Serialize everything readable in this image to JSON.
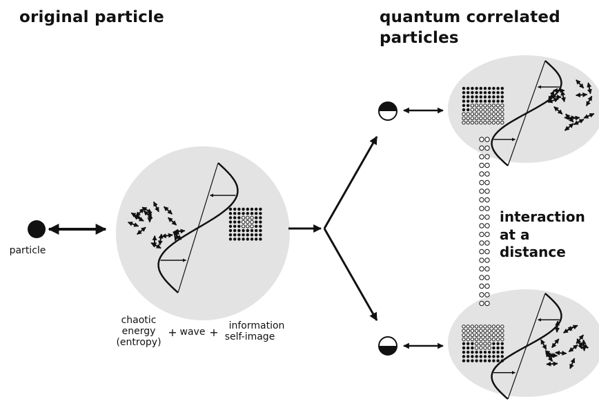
{
  "titles": {
    "left": "original particle",
    "right_line1": "quantum correlated",
    "right_line2": "particles"
  },
  "labels": {
    "particle": "particle",
    "chaotic_1": "chaotic",
    "chaotic_2": "energy",
    "chaotic_3": "(entropy)",
    "plus1": "+",
    "wave": "wave",
    "plus2": "+",
    "info_1": "information",
    "info_2": "self-image",
    "interaction_1": "interaction",
    "interaction_2": "at a distance"
  },
  "colors": {
    "ink": "#111111",
    "blob": "#e3e3e3"
  }
}
